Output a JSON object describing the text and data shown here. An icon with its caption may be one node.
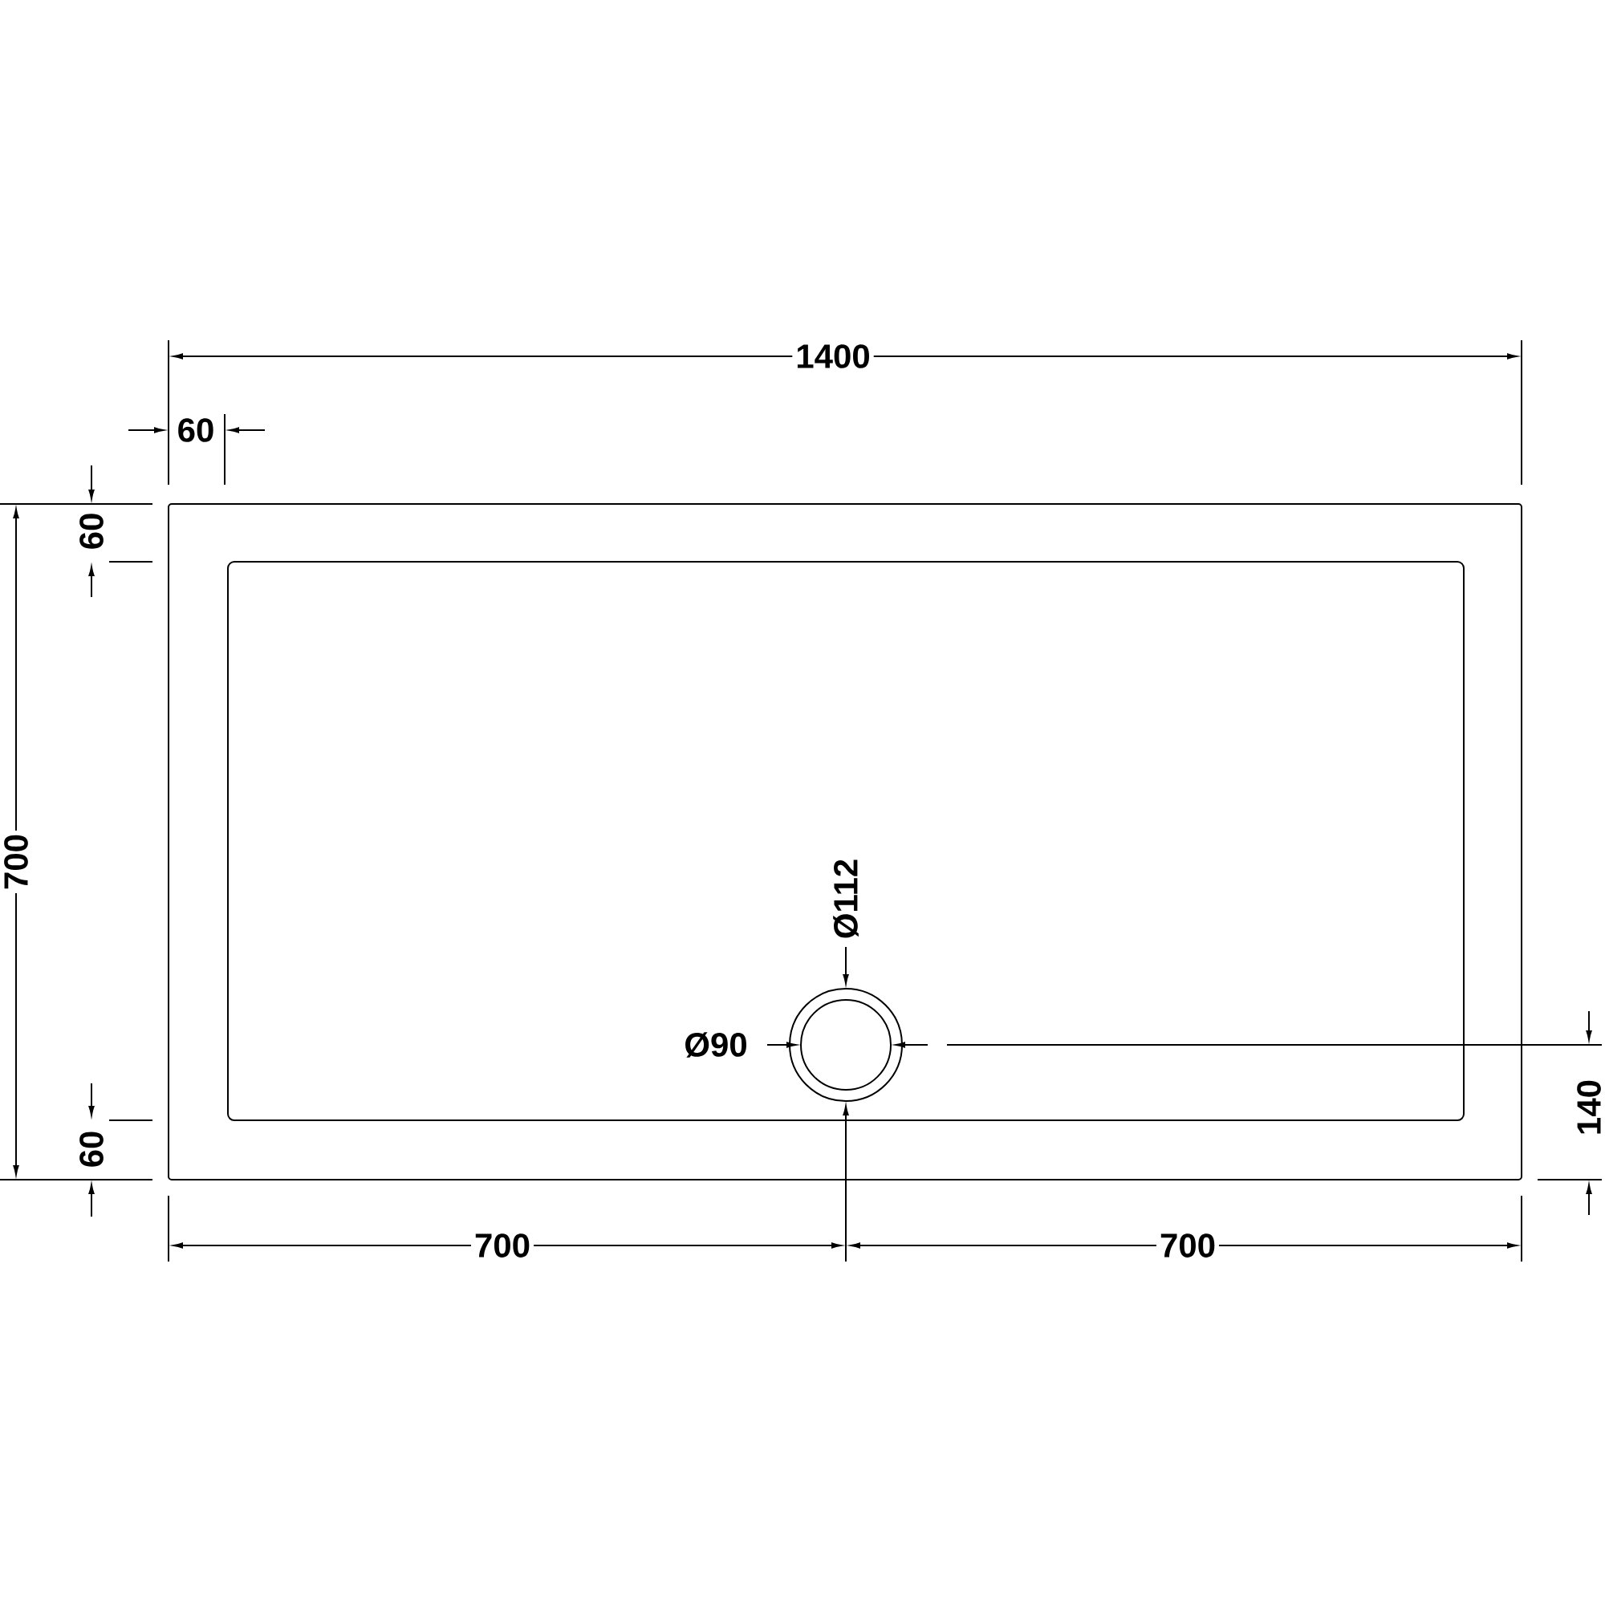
{
  "diagram": {
    "labels": [
      "1400",
      "60",
      "60",
      "700",
      "Ø112",
      "Ø90",
      "140",
      "60",
      "700",
      "700"
    ]
  }
}
